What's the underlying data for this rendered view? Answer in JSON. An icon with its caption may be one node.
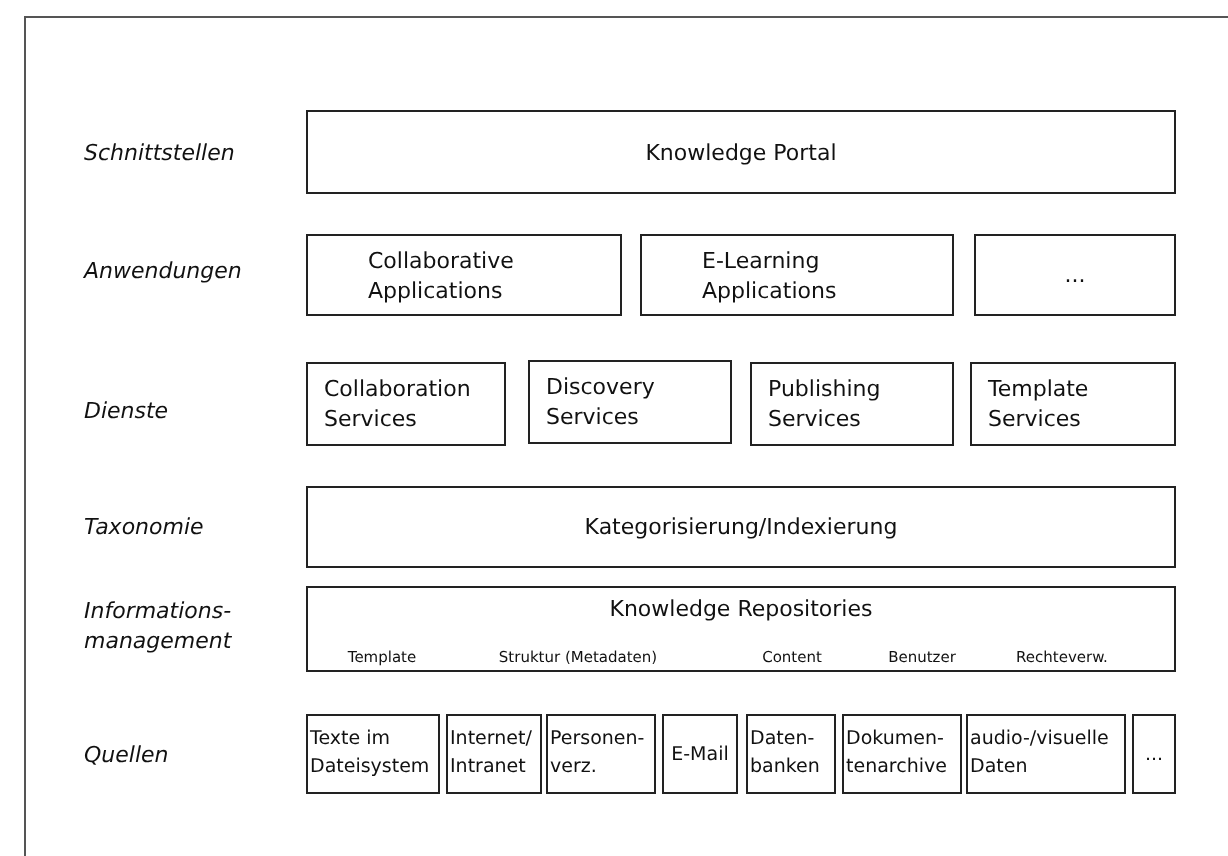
{
  "diagram": {
    "nodes": [
      {
        "text": [
          "Knowledge Portal"
        ]
      },
      {
        "text": [
          "Collaborative Applications"
        ]
      },
      {
        "text": [
          "E-Learning Applications"
        ]
      },
      {
        "text": [
          "..."
        ]
      },
      {
        "text": [
          "Collaboration Services"
        ]
      },
      {
        "text": [
          "Discovery Services"
        ]
      },
      {
        "text": [
          "Publishing Services"
        ]
      },
      {
        "text": [
          "Template Services"
        ]
      },
      {
        "text": [
          "Kategorisierung/Indexierung"
        ]
      },
      {
        "text": [
          "Knowledge Repositories",
          "Template",
          "Struktur (Metadaten)",
          "Content",
          "Benutzer",
          "Rechteverw."
        ]
      },
      {
        "text": [
          "Texte im Dateisystem"
        ]
      },
      {
        "text": [
          "Internet/ Intranet"
        ]
      },
      {
        "text": [
          "Personen- verz."
        ]
      },
      {
        "text": [
          "E-Mail"
        ]
      },
      {
        "text": [
          "Daten- banken"
        ]
      },
      {
        "text": [
          "Dokumen- tenarchive"
        ]
      },
      {
        "text": [
          "audio-/visuelle Daten"
        ]
      },
      {
        "text": [
          "..."
        ]
      }
    ],
    "labels": [
      "Schnittstellen",
      "Anwendungen",
      "Dienste",
      "Taxonomie",
      "Informations- management",
      "Quellen"
    ]
  }
}
